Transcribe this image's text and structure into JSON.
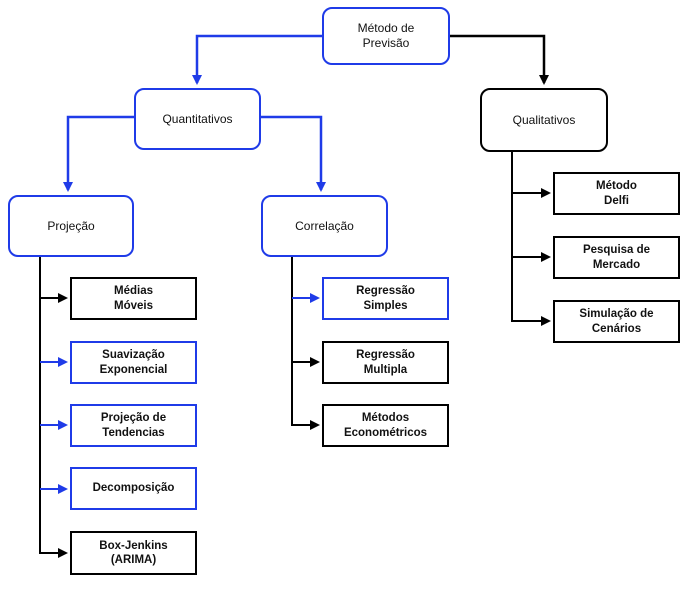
{
  "colors": {
    "blue": "#1f3be8",
    "black": "#000000"
  },
  "nodes": {
    "metodo_previsao": {
      "text": "Método de\nPrevisão"
    },
    "quantitativos": {
      "text": "Quantitativos"
    },
    "qualitativos": {
      "text": "Qualitativos"
    },
    "projecao": {
      "text": "Projeção"
    },
    "correlacao": {
      "text": "Correlação"
    },
    "medias_moveis": {
      "text": "Médias\nMóveis"
    },
    "suavizacao_exponencial": {
      "text": "Suavização\nExponencial"
    },
    "projecao_tendencias": {
      "text": "Projeção de\nTendencias"
    },
    "decomposicao": {
      "text": "Decomposição"
    },
    "box_jenkins": {
      "text": "Box-Jenkins\n(ARIMA)"
    },
    "regressao_simples": {
      "text": "Regressão\nSimples"
    },
    "regressao_multipla": {
      "text": "Regressão\nMultipla"
    },
    "metodos_econometricos": {
      "text": "Métodos\nEconométricos"
    },
    "metodo_delfi": {
      "text": "Método\nDelfi"
    },
    "pesquisa_mercado": {
      "text": "Pesquisa de\nMercado"
    },
    "simulacao_cenarios": {
      "text": "Simulação de\nCenários"
    }
  }
}
